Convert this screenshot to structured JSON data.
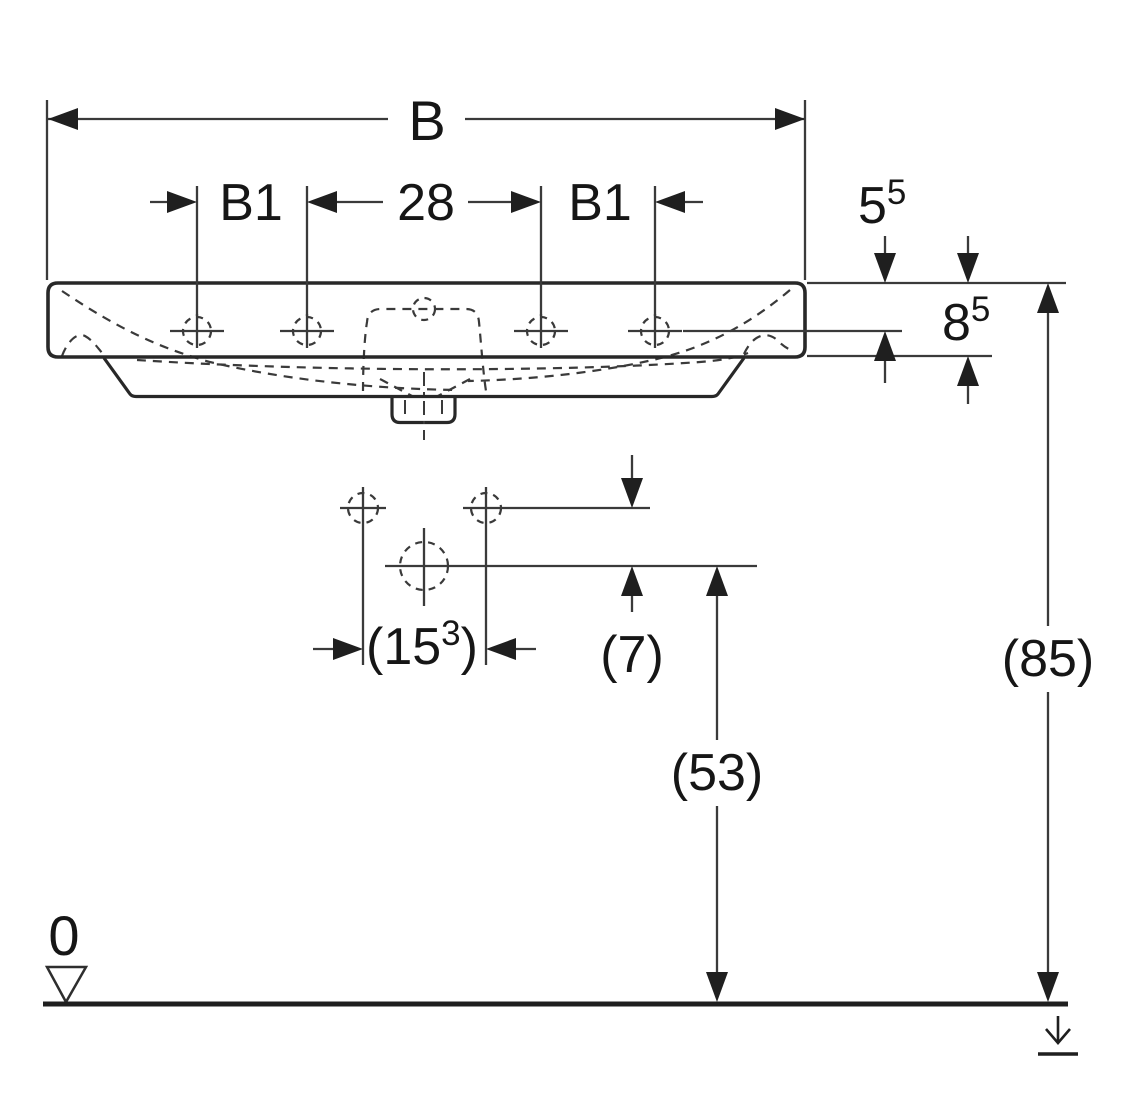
{
  "colors": {
    "background": "#ffffff",
    "line": "#3a3a3a",
    "outline": "#282828",
    "text": "#161616"
  },
  "dimensions": {
    "total_width": {
      "label": "B"
    },
    "left_hole_offset": {
      "label": "B1"
    },
    "center_hole_spacing": {
      "label": "28"
    },
    "right_hole_offset": {
      "label": "B1"
    },
    "rim_to_taphole": {
      "value": "5",
      "superscript": "5"
    },
    "rim_thickness": {
      "value": "8",
      "superscript": "5"
    },
    "supply_spacing": {
      "open": "(15",
      "superscript": "3",
      "close": ")"
    },
    "supply_to_drain": {
      "label": "(7)"
    },
    "drain_axis_height": {
      "label": "(53)"
    },
    "rim_height": {
      "label": "(85)"
    },
    "floor_datum": {
      "label": "0"
    }
  }
}
